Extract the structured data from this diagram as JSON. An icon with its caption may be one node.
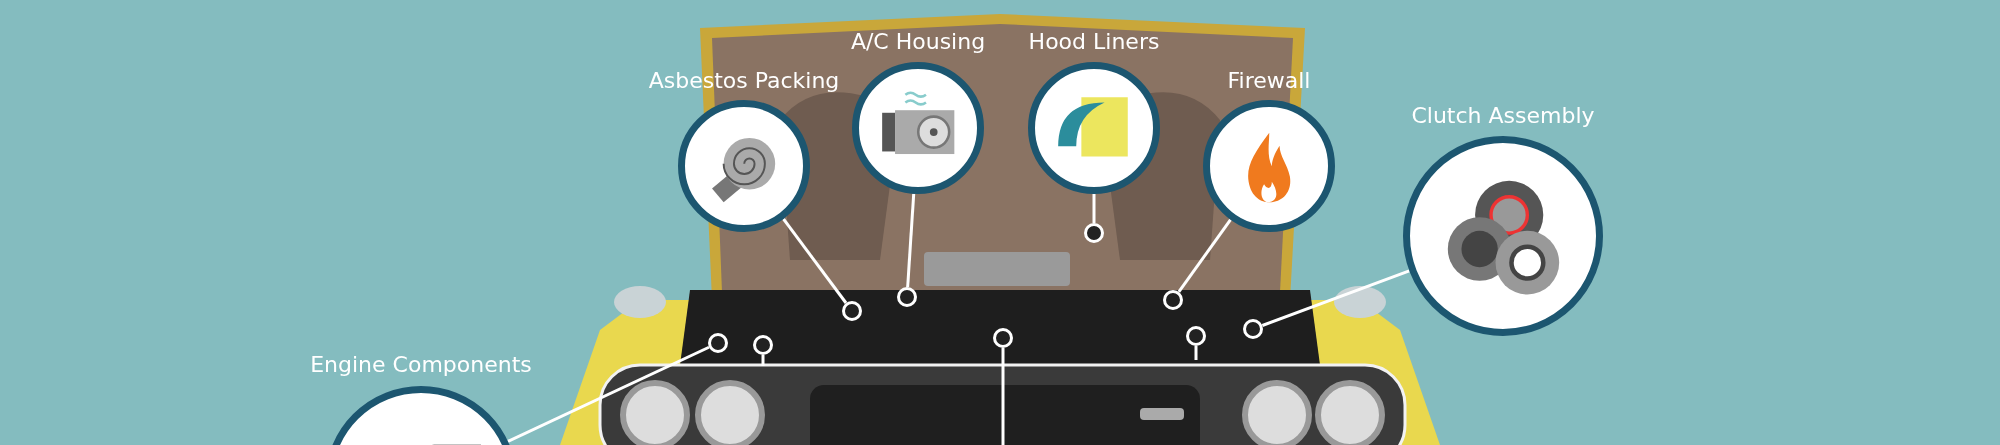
{
  "diagram": {
    "nodes": [
      {
        "text": [
          "Asbestos Packing"
        ]
      },
      {
        "text": [
          "A/C Housing"
        ]
      },
      {
        "text": [
          "Hood Liners"
        ]
      },
      {
        "text": [
          "Firewall"
        ]
      },
      {
        "text": [
          "Clutch Assembly"
        ]
      },
      {
        "text": [
          "Engine Components"
        ]
      },
      {
        "text": [],
        "shape": "circle"
      },
      {
        "text": [],
        "shape": "circle"
      },
      {
        "text": [],
        "shape": "circle"
      },
      {
        "text": [],
        "shape": "circle"
      },
      {
        "text": [],
        "shape": "circle"
      },
      {
        "text": [],
        "shape": "circle"
      },
      {
        "text": [],
        "shape": "circle"
      },
      {
        "text": [],
        "shape": "circle"
      },
      {
        "text": [],
        "shape": "circle"
      }
    ],
    "edges": [
      {
        "from": 0,
        "to": 8,
        "arrow": "none"
      },
      {
        "from": 1,
        "to": 9,
        "arrow": "none"
      },
      {
        "from": 2,
        "to": 11,
        "arrow": "none"
      },
      {
        "from": 3,
        "to": 12,
        "arrow": "none"
      },
      {
        "from": 4,
        "to": 14,
        "arrow": "none"
      },
      {
        "from": 5,
        "to": 6,
        "arrow": "none"
      },
      {
        "from": null,
        "to": 7,
        "arrow": "none"
      },
      {
        "from": null,
        "to": 10,
        "arrow": "none"
      },
      {
        "from": null,
        "to": 13,
        "arrow": "none"
      }
    ]
  }
}
